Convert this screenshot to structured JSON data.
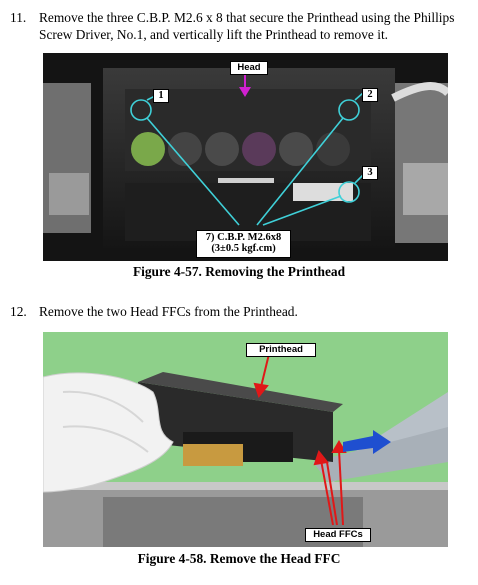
{
  "step11": {
    "number": "11.",
    "text": "Remove the three C.B.P. M2.6 x 8 that secure the Printhead using the Phillips Screw Driver, No.1, and vertically lift the Printhead to remove it."
  },
  "figure57": {
    "caption": "Figure 4-57. Removing the Printhead",
    "labels": {
      "head": "Head",
      "n1": "1",
      "n2": "2",
      "n3": "3",
      "screw_line1": "7) C.B.P. M2.6x8",
      "screw_line2": "(3±0.5 kgf.cm)"
    },
    "colors": {
      "callout_line": "#3fd0d8",
      "arrow": "#d020d0"
    }
  },
  "step12": {
    "number": "12.",
    "text": "Remove the two Head FFCs from the Printhead."
  },
  "figure58": {
    "caption": "Figure 4-58. Remove the Head FFC",
    "labels": {
      "printhead": "Printhead",
      "head_ffcs": "Head FFCs"
    },
    "colors": {
      "pointer": "#e01818",
      "arrow": "#1f4fd0",
      "background": "#8ed08a"
    }
  }
}
